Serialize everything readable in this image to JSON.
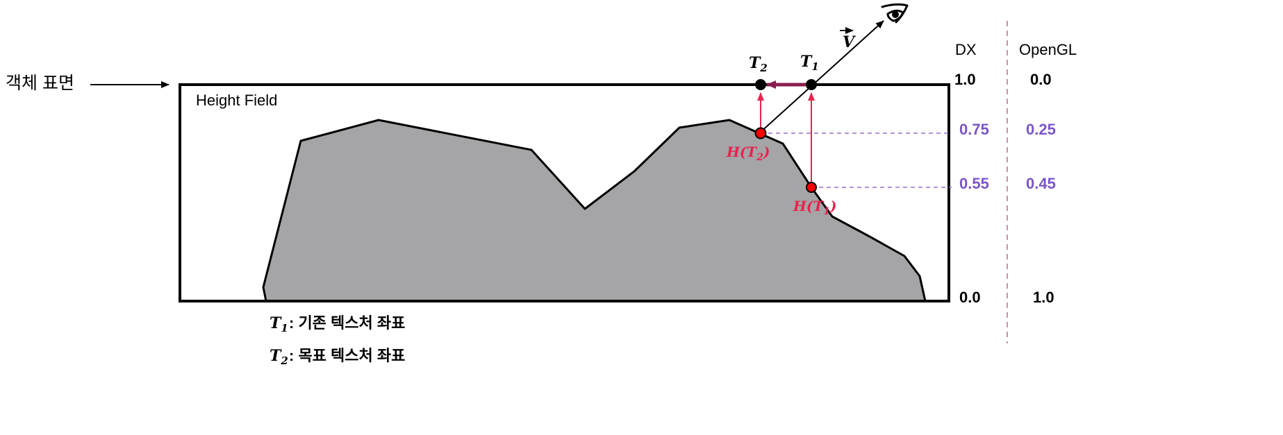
{
  "surface_label": "객체 표면",
  "field_label": "Height Field",
  "view_vector_label": "V",
  "points": {
    "t1": "T",
    "t1_sub": "1",
    "t2": "T",
    "t2_sub": "2",
    "h_t1": "H(T",
    "h_t1_sub": "1",
    "h_t1_close": ")",
    "h_t2": "H(T",
    "h_t2_sub": "2",
    "h_t2_close": ")"
  },
  "scales": {
    "dx": {
      "header": "DX",
      "ticks": [
        "1.0",
        "0.75",
        "0.55",
        "0.0"
      ]
    },
    "opengl": {
      "header": "OpenGL",
      "ticks": [
        "0.0",
        "0.25",
        "0.45",
        "1.0"
      ]
    }
  },
  "legend": [
    {
      "symbol": "T",
      "sub": "1",
      "text": ": 기존 텍스처 좌표"
    },
    {
      "symbol": "T",
      "sub": "2",
      "text": ": 목표 텍스처 좌표"
    }
  ],
  "colors": {
    "terrain_fill": "#a5a4a6",
    "accent_red": "#e8234f",
    "offset_arrow": "#8a1e4e",
    "guide_purple": "#9a6ad0",
    "scale_purple": "#7a55c9",
    "divider": "#b07080",
    "point_red": "#ff0000"
  }
}
